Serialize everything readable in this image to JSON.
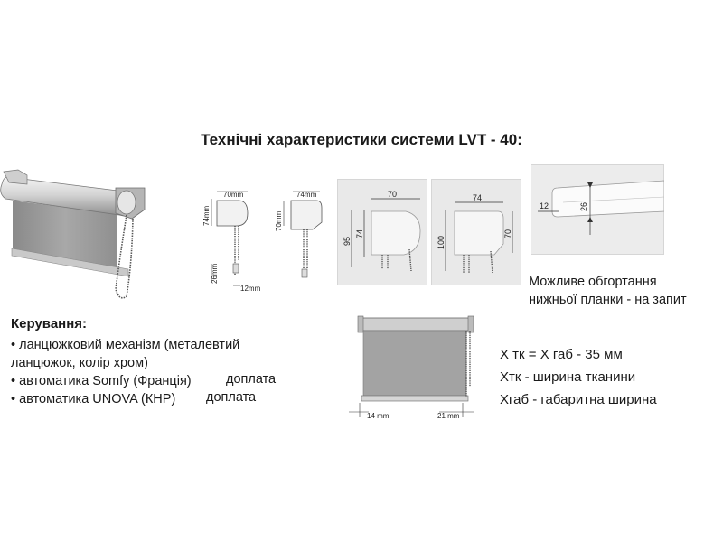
{
  "title": "Технічні характеристики системи LVT - 40:",
  "side_profiles": {
    "small_width": "70mm",
    "small_height": "74mm",
    "chain_height": "26mm",
    "chain_offset": "12mm",
    "large_width": "74mm",
    "large_height": "70mm"
  },
  "cross_sections": {
    "a_width": "70",
    "a_outer_height": "95",
    "a_inner_height": "74",
    "b_width": "74",
    "b_outer_height": "100",
    "b_inner_height": "70"
  },
  "bottom_bar": {
    "width": "12",
    "height": "26",
    "caption_line1": "Можливе обгортання",
    "caption_line2": "нижньої планки - на запит"
  },
  "controls": {
    "heading": "Керування:",
    "items": [
      "• ланцюжковий механізм (металевтий",
      "ланцюжок, колір хром)",
      "• автоматика Somfy (Франція)",
      "• автоматика UNOVA (КНР)"
    ],
    "surcharge_1": "доплата",
    "surcharge_2": "доплата"
  },
  "front_view": {
    "left_offset": "14 mm",
    "right_offset": "21 mm"
  },
  "formulas": {
    "line1": "Х тк = Х габ - 35 мм",
    "line2": "Хтк - ширина тканини",
    "line3": "Хгаб - габаритна ширина"
  }
}
